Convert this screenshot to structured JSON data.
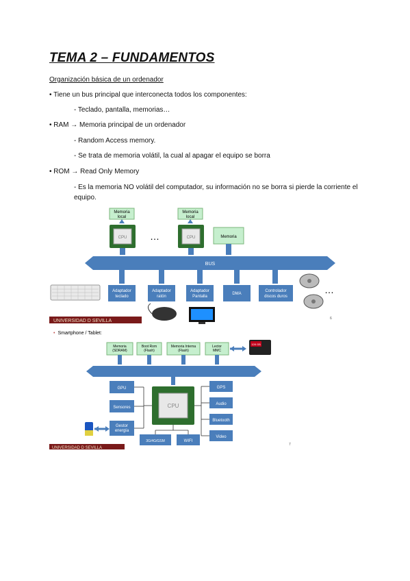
{
  "title": "TEMA 2 – FUNDAMENTOS",
  "subtitle": "Organización básica de un ordenador",
  "bullets": [
    {
      "text": "• Tiene un bus principal que interconecta todos los componentes:"
    },
    {
      "text": "- Teclado, pantalla, memorias…"
    },
    {
      "text": "• RAM → Memoria principal de un ordenador"
    },
    {
      "text": "- Random Access memory."
    },
    {
      "text": "- Se trata de memoria volátil, la cual al apagar el equipo se borra"
    },
    {
      "text": "• ROM → Read Only Memory"
    },
    {
      "text": "- Es la memoria NO volátil del computador, su información no se borra si pierde la corriente el equipo."
    }
  ],
  "slide1": {
    "top_memory_1": "Memoria local",
    "top_memory_2": "Memoria local",
    "cpu_label": "CPU",
    "ellipsis": "…",
    "memory_box": "Memoria",
    "bus_label": "BUS",
    "adapters": [
      "Adaptador teclado",
      "Adaptador ratón",
      "Adaptador Pantalla",
      "DMA",
      "Controlador discos duros"
    ],
    "footer": "UNIVERSIDAD D SEVILLA",
    "page_num": "6"
  },
  "slide2": {
    "heading": "Smartphone / Tablet:",
    "top_boxes": [
      "Memoria (SDRAM)",
      "Boot Rom (Flash)",
      "Memoria Interna (Flash)",
      "Lector MMC"
    ],
    "sd_label": "128 GB",
    "left_boxes": [
      "GPU",
      "Sensores",
      "Gestor energía"
    ],
    "right_boxes": [
      "GPS",
      "Audio",
      "Bluetooth",
      "Video"
    ],
    "bottom_boxes": [
      "3G/4G/GSM",
      "WIFI"
    ],
    "cpu_label": "CPU",
    "footer": "UNIVERSIDAD D SEVILLA",
    "page_num": "7"
  },
  "colors": {
    "box": "#4a7ebb",
    "box_border": "#3a6aa0",
    "green_box": "#c6efce",
    "bus": "#4a7ebb",
    "footer_bar": "#7a1a1a"
  }
}
